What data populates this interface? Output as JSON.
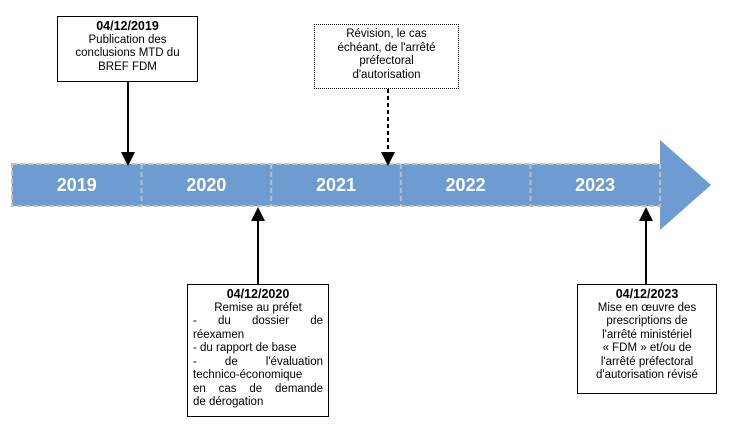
{
  "timeline": {
    "years": [
      "2019",
      "2020",
      "2021",
      "2022",
      "2023"
    ],
    "bar_color": "#6e9bd0",
    "divider_color": "#c0c0c0"
  },
  "events": {
    "e2019": {
      "date": "04/12/2019",
      "lines": [
        "Publication des",
        "conclusions MTD du",
        "BREF FDM"
      ]
    },
    "e2021": {
      "lines": [
        "Révision, le cas",
        "échéant, de l'arrêté",
        "préfectoral",
        "d'autorisation"
      ]
    },
    "e2020": {
      "date": "04/12/2020",
      "title": "Remise au préfet",
      "items": [
        "- du dossier de",
        "réexamen",
        "- du rapport de base",
        "- de l'évaluation",
        "technico-économique",
        "en cas de demande",
        "de dérogation"
      ]
    },
    "e2023": {
      "date": "04/12/2023",
      "lines": [
        "Mise en œuvre des",
        "prescriptions de",
        "l'arrêté ministériel",
        "« FDM » et/ou de",
        "l'arrêté préfectoral",
        "d'autorisation révisé"
      ]
    }
  }
}
